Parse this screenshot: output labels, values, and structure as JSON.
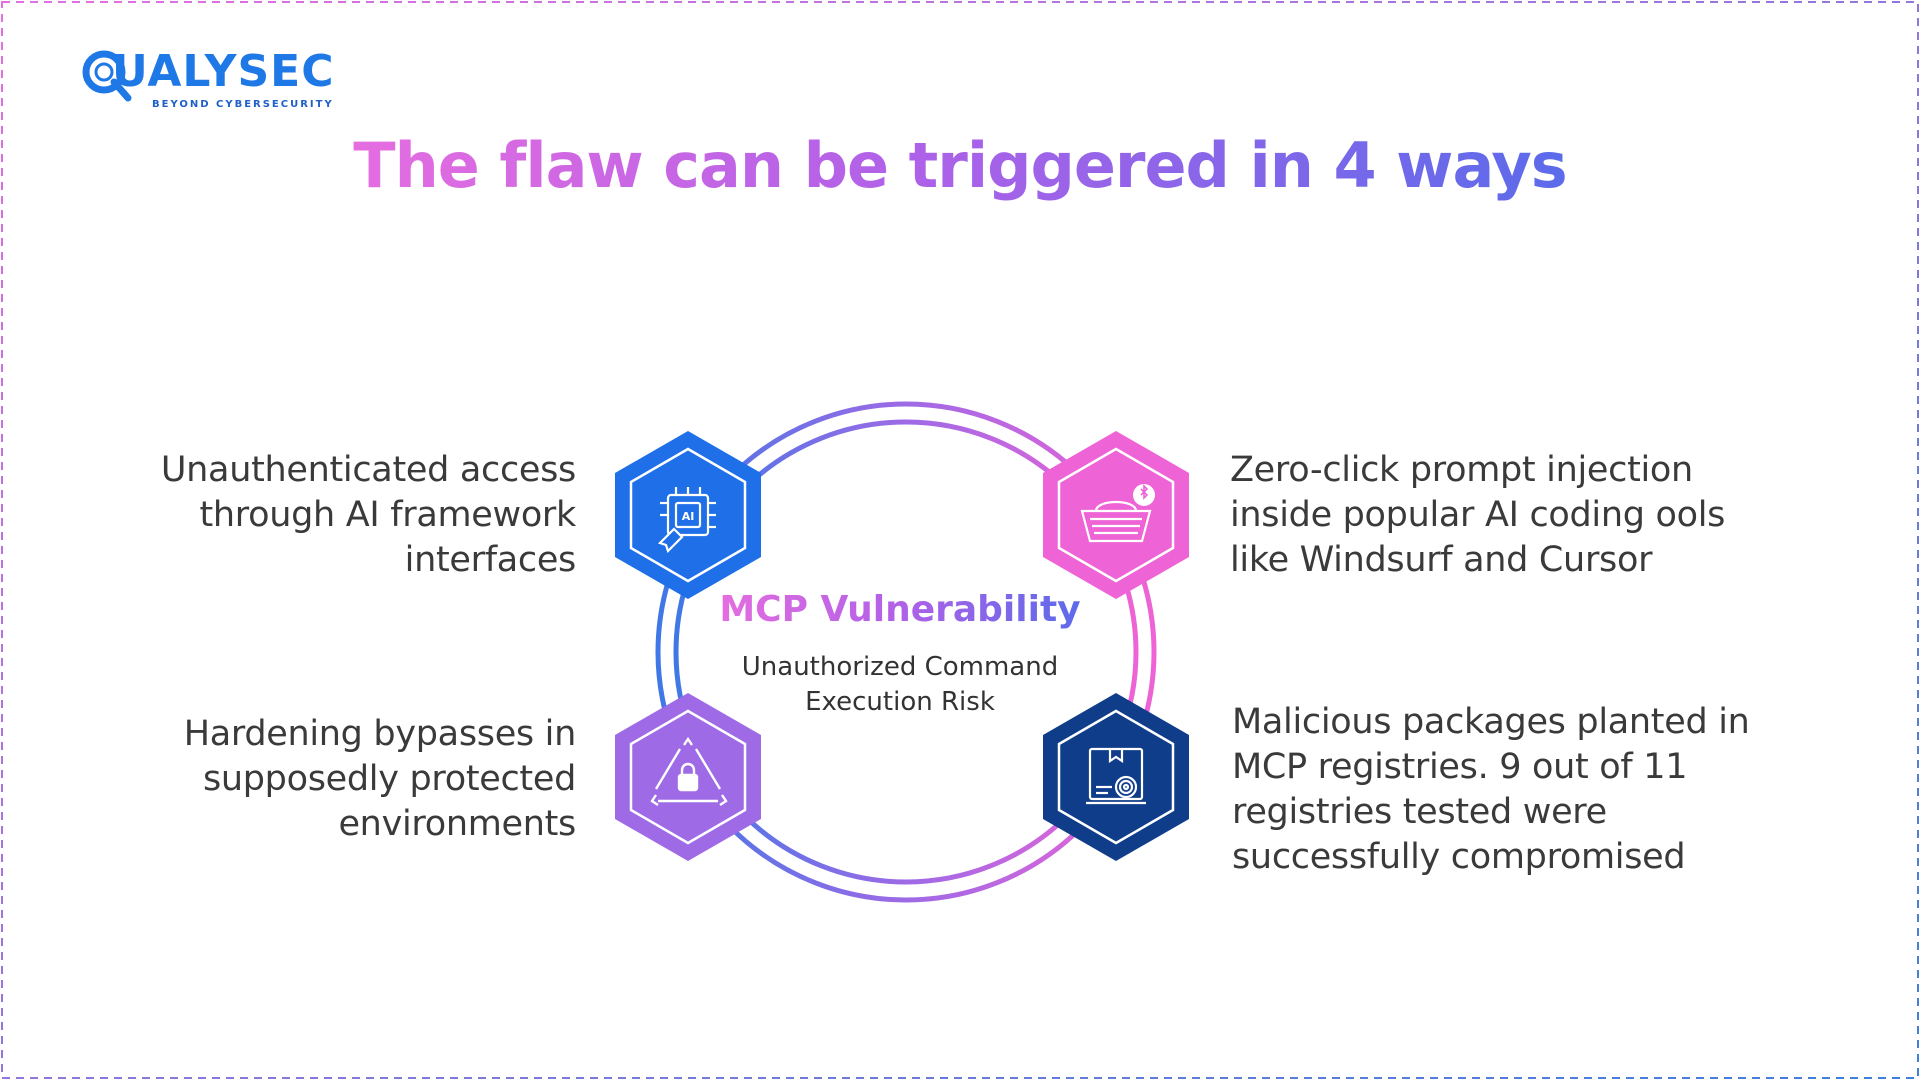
{
  "logo": {
    "wordmark": "UALYSEC",
    "tagline": "BEYOND CYBERSECURITY"
  },
  "title": "The flaw can be triggered in 4 ways",
  "center": {
    "title": "MCP Vulnerability",
    "subtitle_line1": "Unauthorized Command",
    "subtitle_line2": "Execution Risk"
  },
  "ways": [
    {
      "lines": [
        "Unauthenticated access",
        "through AI framework",
        "interfaces"
      ],
      "icon": "ai-chip-icon",
      "color": "#1e6fe8"
    },
    {
      "lines": [
        "Zero-click prompt injection",
        "inside popular AI coding ools",
        "like Windsurf and Cursor"
      ],
      "icon": "keyboard-bluetooth-icon",
      "color": "#ee63d6"
    },
    {
      "lines": [
        "Hardening bypasses in",
        "supposedly protected",
        "environments"
      ],
      "icon": "recycle-lock-icon",
      "color": "#9e6ae6"
    },
    {
      "lines": [
        "Malicious packages planted in",
        "MCP registries. 9 out of 11",
        "registries tested were",
        "successfully compromised"
      ],
      "icon": "package-fingerprint-icon",
      "color": "#0f3d8a"
    }
  ],
  "colors": {
    "blue": "#1e78e6",
    "pink": "#ee63d6",
    "purple": "#9e6ae6",
    "navy": "#0f3d8a"
  }
}
